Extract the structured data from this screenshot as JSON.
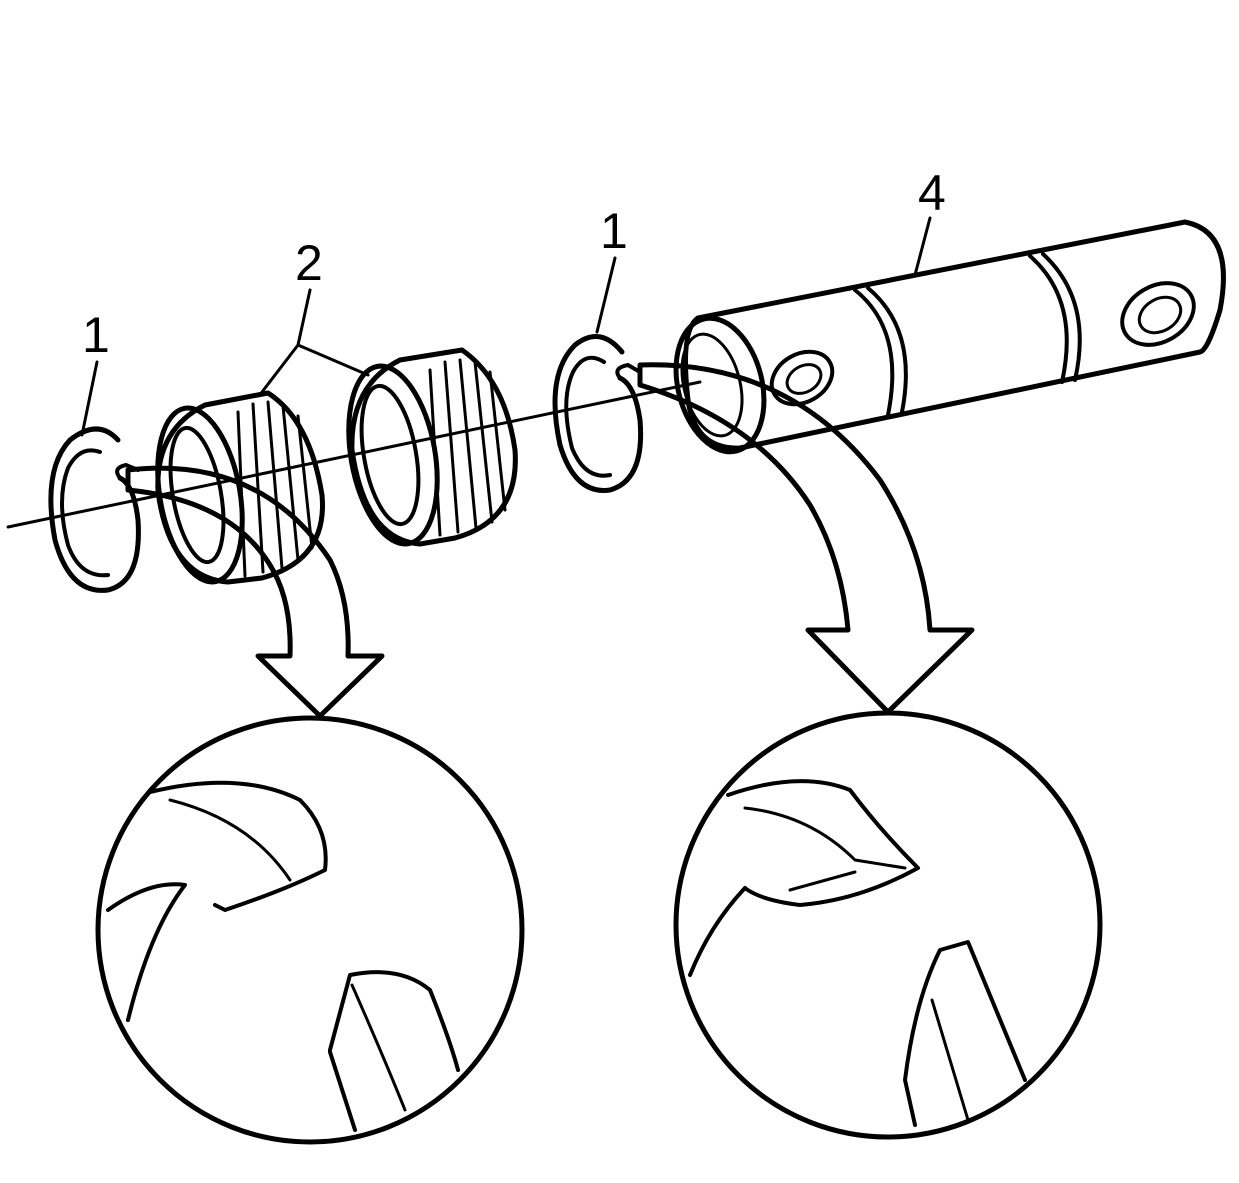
{
  "diagram": {
    "callouts": {
      "snap_ring_left": "1",
      "bearings": "2",
      "snap_ring_right": "1",
      "shaft": "4"
    },
    "colors": {
      "ink": "#000000",
      "background": "#ffffff"
    }
  }
}
